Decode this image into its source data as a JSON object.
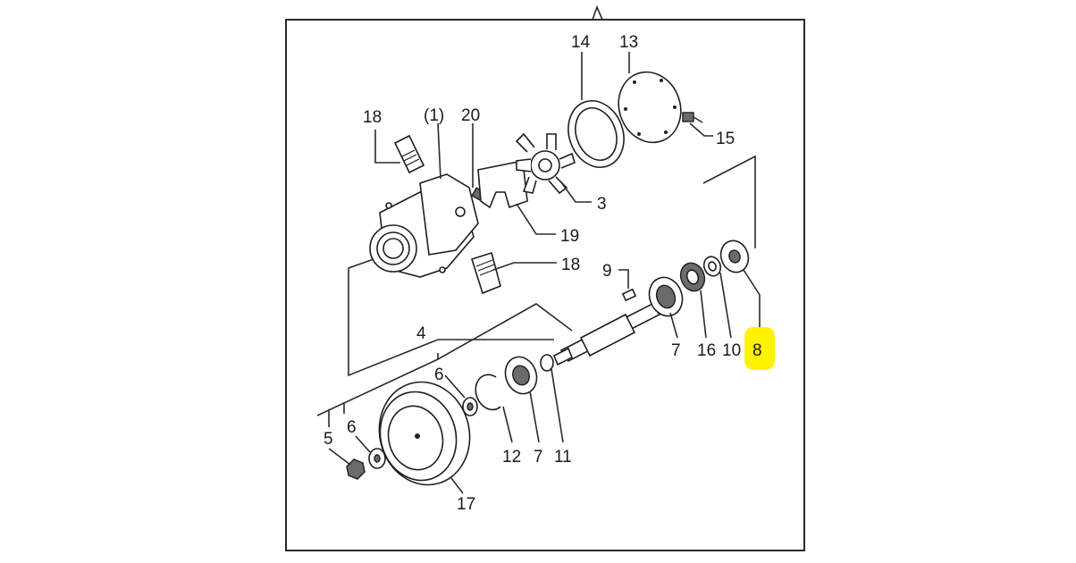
{
  "diagram": {
    "colors": {
      "highlight": "#fff200",
      "line": "#2a2a2a",
      "background": "#ffffff"
    },
    "labels": {
      "p1": "(1)",
      "p3": "3",
      "p4": "4",
      "p5": "5",
      "p6a": "6",
      "p6b": "6",
      "p7a": "7",
      "p7b": "7",
      "p8": "8",
      "p9": "9",
      "p10": "10",
      "p11": "11",
      "p12": "12",
      "p13": "13",
      "p14": "14",
      "p15": "15",
      "p16": "16",
      "p17": "17",
      "p18a": "18",
      "p18b": "18",
      "p19": "19",
      "p20": "20"
    },
    "highlighted_part": "8"
  }
}
